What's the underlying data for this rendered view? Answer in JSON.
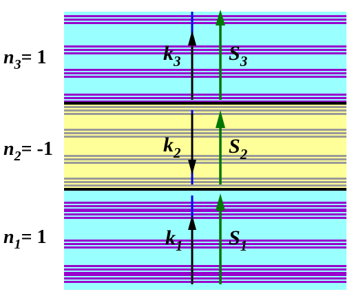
{
  "layers": [
    {
      "n": "n",
      "sub": "3",
      "eq": "= 1",
      "k_sub": "3",
      "S_sub": "3",
      "background": "#99ffff",
      "stripe_color": "#9900cc",
      "k_direction": "up"
    },
    {
      "n": "n",
      "sub": "2",
      "eq": "= -1",
      "k_sub": "2",
      "S_sub": "2",
      "background": "#ffff99",
      "stripe_color": "#999999",
      "k_direction": "down"
    },
    {
      "n": "n",
      "sub": "1",
      "eq": "= 1",
      "k_sub": "1",
      "S_sub": "1",
      "background": "#99ffff",
      "stripe_color": "#9900cc",
      "k_direction": "up"
    }
  ],
  "symbols": {
    "k": "k",
    "S": "S"
  },
  "colors": {
    "interface_line": "#0000ee",
    "k_arrow": "#000000",
    "S_arrow": "#007700",
    "boundary": "#000000"
  }
}
